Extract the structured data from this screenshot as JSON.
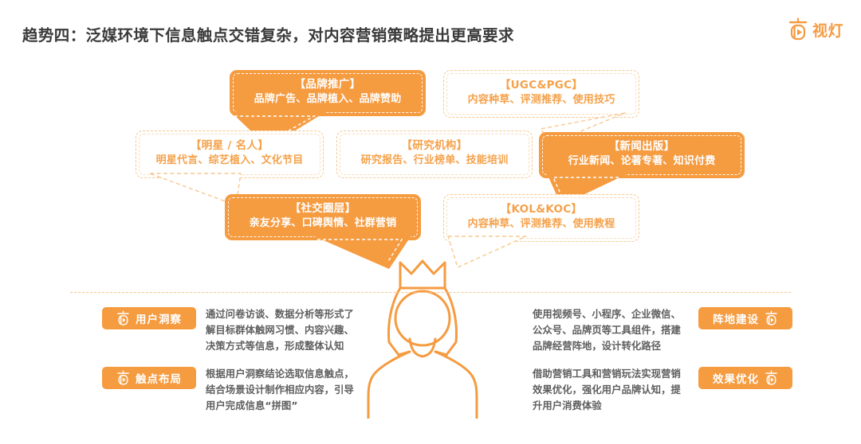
{
  "header": {
    "title": "趋势四：泛媒环境下信息触点交错复杂，对内容营销策略提出更高要求",
    "logo_text": "视灯",
    "logo_icon": "shideng-lamp-icon",
    "accent_color": "#F59B40"
  },
  "bubbles": [
    {
      "id": "brand-promotion",
      "title": "【品牌推广】",
      "subtitle": "品牌广告、品牌植入、品牌赞助",
      "style": "solid"
    },
    {
      "id": "ugc-pgc",
      "title": "【UGC&PGC】",
      "subtitle": "内容种草、评测推荐、使用技巧",
      "style": "light"
    },
    {
      "id": "celebrity",
      "title": "【明星 / 名人】",
      "subtitle": "明星代言、综艺植入、文化节目",
      "style": "light"
    },
    {
      "id": "research-institution",
      "title": "【研究机构】",
      "subtitle": "研究报告、行业榜单、技能培训",
      "style": "light"
    },
    {
      "id": "news-publishing",
      "title": "【新闻出版】",
      "subtitle": "行业新闻、论著专著、知识付费",
      "style": "solid"
    },
    {
      "id": "social-circle",
      "title": "【社交圈层】",
      "subtitle": "亲友分享、口碑舆情、社群营销",
      "style": "solid"
    },
    {
      "id": "kol-koc",
      "title": "【KOL&KOC】",
      "subtitle": "内容种草、评测推荐、使用教程",
      "style": "light"
    }
  ],
  "center_figure": {
    "icon": "crowned-person-icon"
  },
  "strategy": {
    "left": [
      {
        "id": "user-insight",
        "label": "用户洞察",
        "icon": "shideng-lamp-icon",
        "text": "通过问卷访谈、数据分析等形式了解目标群体触网习惯、内容兴趣、决策方式等信息，形成整体认知"
      },
      {
        "id": "touchpoint-layout",
        "label": "触点布局",
        "icon": "shideng-lamp-icon",
        "text": "根据用户洞察结论选取信息触点，结合场景设计制作相应内容，引导用户完成信息“拼图”"
      }
    ],
    "right": [
      {
        "id": "position-building",
        "label": "阵地建设",
        "icon": "shideng-lamp-icon",
        "text": "使用视频号、小程序、企业微信、公众号、品牌页等工具组件，搭建品牌经营阵地，设计转化路径"
      },
      {
        "id": "effect-optimization",
        "label": "效果优化",
        "icon": "shideng-lamp-icon",
        "text": "借助营销工具和营销玩法实现营销效果优化，强化用户品牌认知，提升用户消费体验"
      }
    ]
  }
}
